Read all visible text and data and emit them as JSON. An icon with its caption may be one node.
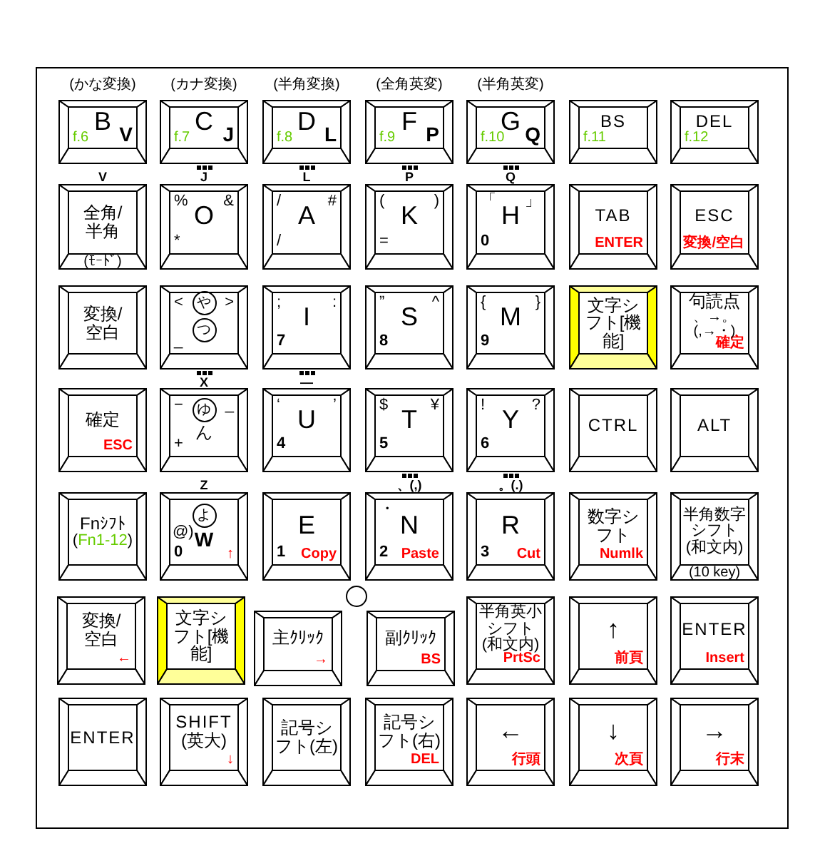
{
  "diagram": {
    "nodes": [
      {
        "text": [
          "(かな変換)",
          "B",
          "f.6",
          "V"
        ]
      },
      {
        "text": [
          "(カナ変換)",
          "C",
          "f.7",
          "J"
        ]
      },
      {
        "text": [
          "(半角変換)",
          "D",
          "f.8",
          "L"
        ]
      },
      {
        "text": [
          "(全角英変)",
          "F",
          "f.9",
          "P"
        ]
      },
      {
        "text": [
          "(半角英変)",
          "G",
          "f.10",
          "Q"
        ]
      },
      {
        "text": [
          "BS",
          "f.11"
        ]
      },
      {
        "text": [
          "DEL",
          "f.12"
        ]
      },
      {
        "text": [
          "全角/半角",
          "(ﾓｰﾄﾞ)"
        ]
      },
      {
        "text": [
          "%",
          "O",
          "&",
          "*"
        ]
      },
      {
        "text": [
          "/",
          "A",
          "#",
          "/"
        ]
      },
      {
        "text": [
          "(",
          "K",
          ")",
          "="
        ]
      },
      {
        "text": [
          "「",
          "H",
          "」",
          "0"
        ]
      },
      {
        "text": [
          "TAB",
          "ENTER"
        ]
      },
      {
        "text": [
          "ESC",
          "変換/空白"
        ]
      },
      {
        "text": [
          "変換/空白"
        ]
      },
      {
        "text": [
          "<",
          "や",
          ">",
          "つ",
          "_"
        ]
      },
      {
        "text": [
          ";",
          "I",
          ":",
          "7"
        ]
      },
      {
        "text": [
          "”",
          "S",
          "^",
          "8"
        ]
      },
      {
        "text": [
          "{",
          "M",
          "}",
          "9"
        ]
      },
      {
        "text": [
          "文字シフト[機能]"
        ]
      },
      {
        "text": [
          "句読点",
          "、→。",
          "(,→・)",
          "確定"
        ]
      },
      {
        "text": [
          "確定",
          "ESC"
        ]
      },
      {
        "text": [
          "−",
          "ゆ",
          "_",
          "ん",
          "+"
        ]
      },
      {
        "text": [
          "‘",
          "U",
          "’",
          "4"
        ]
      },
      {
        "text": [
          "$",
          "T",
          "¥",
          "5"
        ]
      },
      {
        "text": [
          "!",
          "Y",
          "?",
          "6"
        ]
      },
      {
        "text": [
          "CTRL"
        ]
      },
      {
        "text": [
          "ALT"
        ]
      },
      {
        "text": [
          "Fnｼﾌﾄ",
          "(Fn1-12)"
        ]
      },
      {
        "text": [
          "よ",
          "@)",
          "W",
          "0",
          "↑"
        ]
      },
      {
        "text": [
          "E",
          "1",
          "Copy"
        ]
      },
      {
        "text": [
          "・",
          "N",
          "2",
          "Paste"
        ]
      },
      {
        "text": [
          "R",
          "3",
          "Cut"
        ]
      },
      {
        "text": [
          "数字シフト",
          "Numlk"
        ]
      },
      {
        "text": [
          "半角数字シフト(和文内)",
          "(10 key)"
        ]
      },
      {
        "text": [
          "変換/空白",
          "←"
        ]
      },
      {
        "text": [
          "文字シフト[機能]"
        ]
      },
      {
        "text": [
          "主ｸﾘｯｸ",
          "→"
        ]
      },
      {
        "text": [
          "副ｸﾘｯｸ",
          "BS"
        ]
      },
      {
        "text": [
          "半角英小シフト(和文内)",
          "PrtSc"
        ]
      },
      {
        "text": [
          "↑",
          "前頁"
        ]
      },
      {
        "text": [
          "ENTER",
          "Insert"
        ]
      },
      {
        "text": [
          "ENTER"
        ]
      },
      {
        "text": [
          "SHIFT",
          "(英大)",
          "↓"
        ]
      },
      {
        "text": [
          "記号シフト(左)"
        ]
      },
      {
        "text": [
          "記号シフト(右)",
          "DEL"
        ]
      },
      {
        "text": [
          "←",
          "行頭"
        ]
      },
      {
        "text": [
          "↓",
          "次頁"
        ]
      },
      {
        "text": [
          "→",
          "行末"
        ]
      }
    ],
    "labels": [
      "V",
      "J",
      "L",
      "P",
      "Q",
      "X",
      "—",
      "Z",
      "、(,)",
      "。(.)"
    ]
  }
}
